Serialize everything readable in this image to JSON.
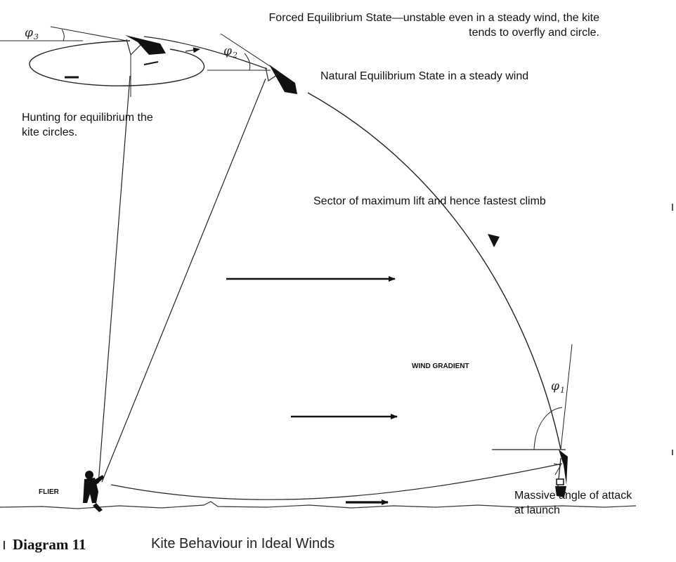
{
  "annotations": {
    "forced_line1": "Forced Equilibrium State—unstable even in a steady wind, the kite",
    "forced_line2": "tends to overfly and circle.",
    "natural": "Natural Equilibrium State in a steady wind",
    "hunting_line1": "Hunting for equilibrium the",
    "hunting_line2": "kite circles.",
    "sector": "Sector of maximum lift and hence fastest climb",
    "wind_gradient": "WIND GRADIENT",
    "flier": "FLIER",
    "massive_line1": "Massive angle of attack",
    "massive_line2": "at launch"
  },
  "angles": {
    "phi_symbol": "φ",
    "phi1_sub": "1",
    "phi2_sub": "2",
    "phi3_sub": "3"
  },
  "caption": {
    "number": "Diagram 11",
    "title": "Kite Behaviour in Ideal Winds"
  }
}
